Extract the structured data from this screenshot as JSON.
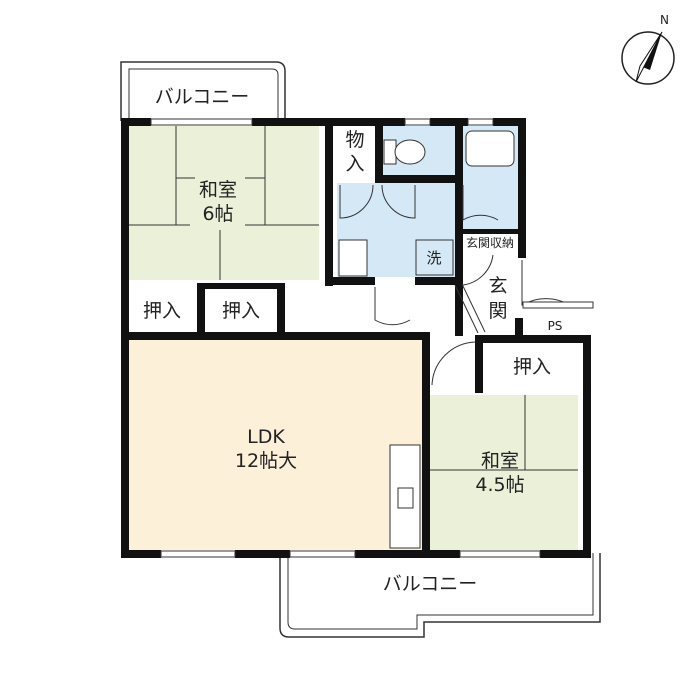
{
  "compass": {
    "north_label": "N"
  },
  "rooms": {
    "balcony_top": "バルコニー",
    "washitsu6_name": "和室",
    "washitsu6_size": "6帖",
    "oshiire_1": "押入",
    "oshiire_2": "押入",
    "oshiire_3": "押入",
    "monoire_1": "物",
    "monoire_2": "入",
    "sentaku": "洗",
    "genkan_shuno": "玄関収納",
    "genkan_1": "玄",
    "genkan_2": "関",
    "ps": "PS",
    "ldk_name": "LDK",
    "ldk_size": "12帖大",
    "washitsu45_name": "和室",
    "washitsu45_size": "4.5帖",
    "balcony_bottom": "バルコニー"
  },
  "colors": {
    "tatami": "#ebf1d8",
    "wet": "#d5e8f6",
    "ldk": "#fdf0d9",
    "wall": "#111111"
  }
}
